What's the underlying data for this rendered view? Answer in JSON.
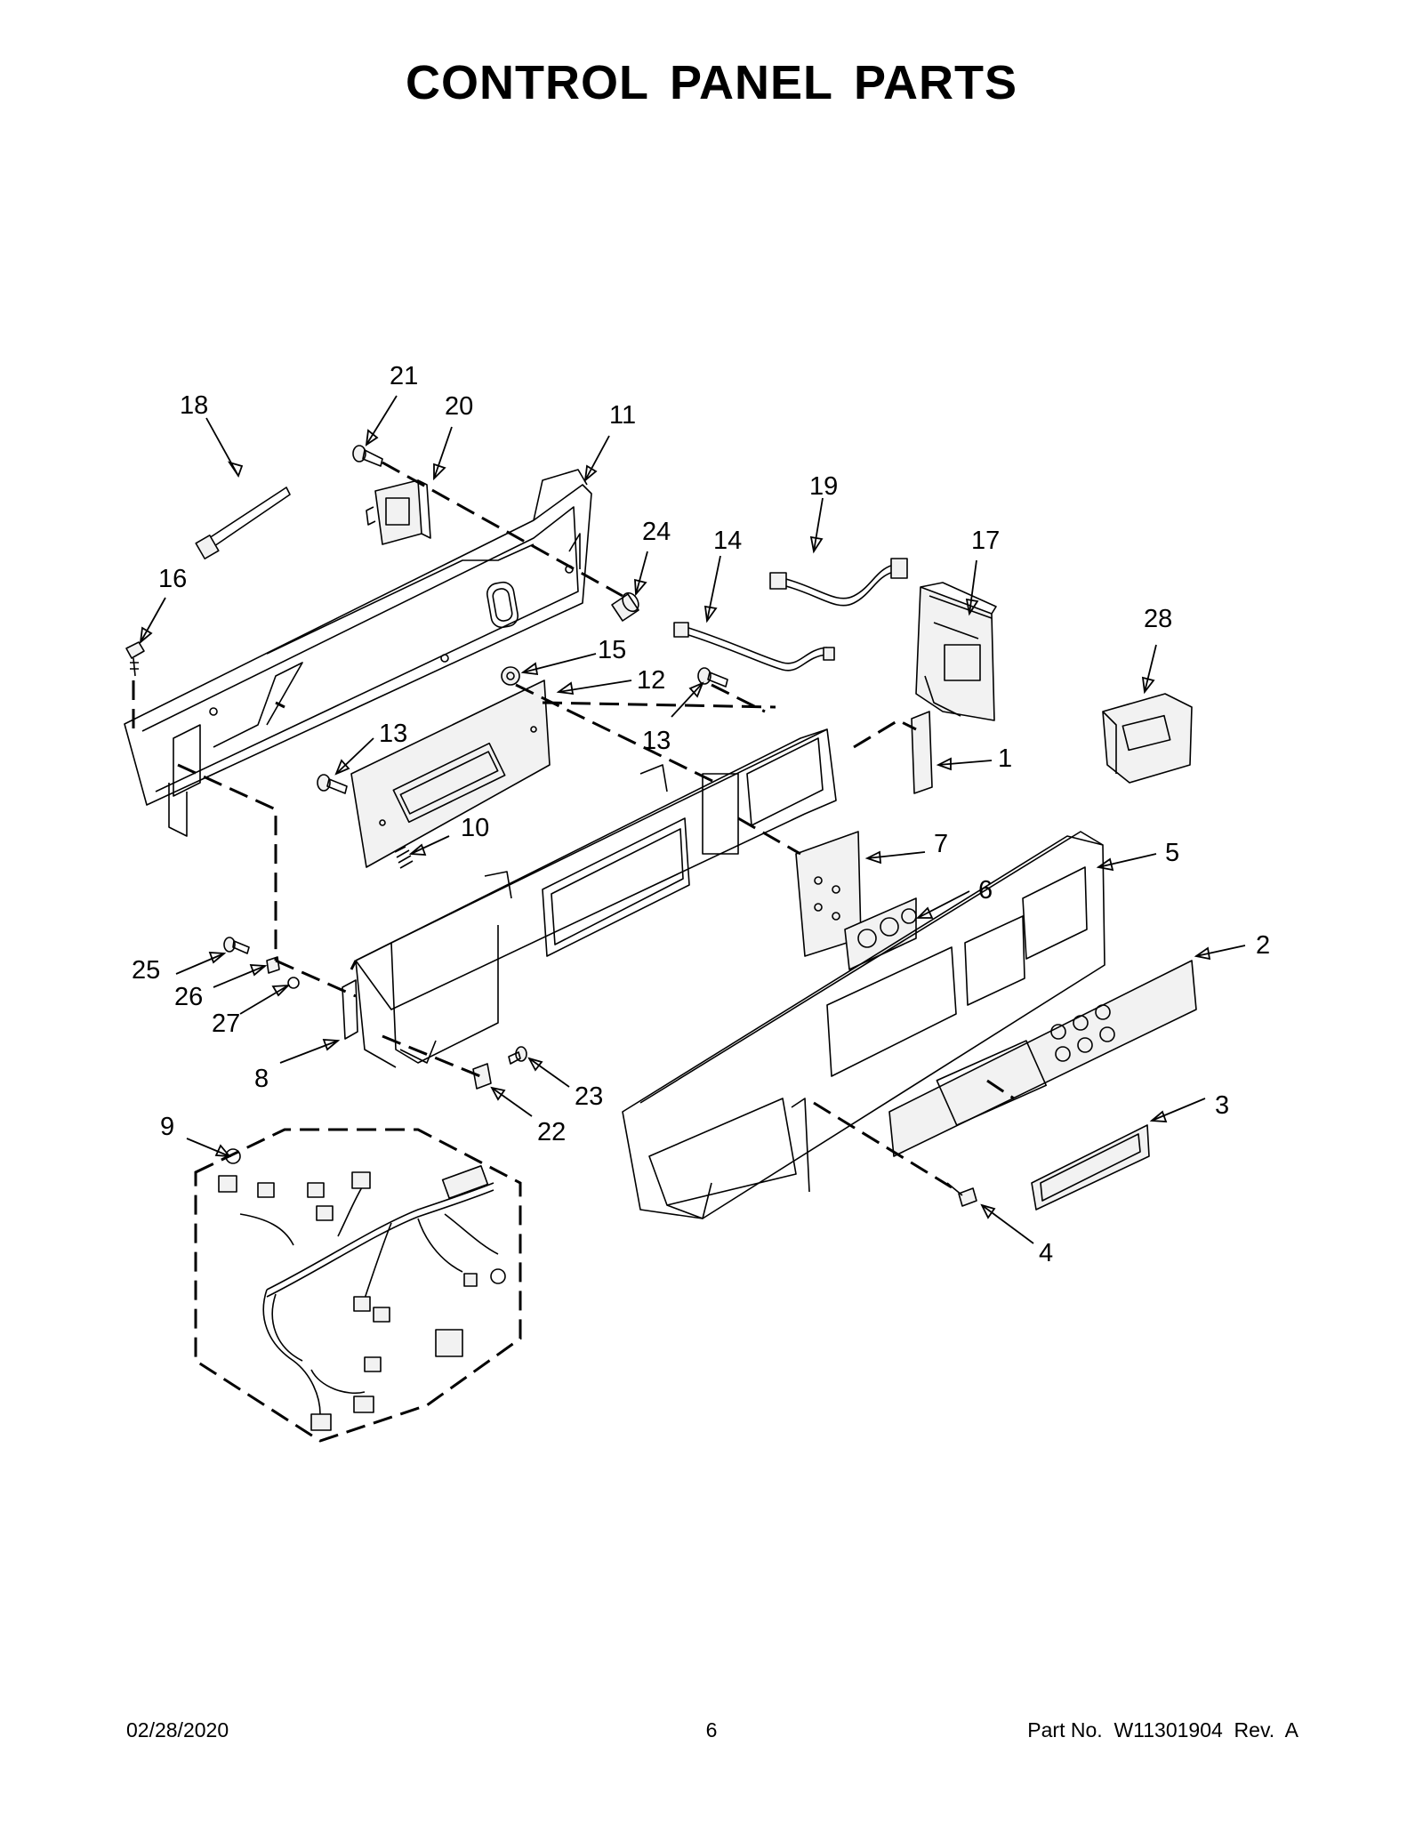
{
  "page": {
    "title": "CONTROL PANEL PARTS",
    "footer": {
      "date": "02/28/2020",
      "page_number": "6",
      "part_number": "Part No.  W11301904  Rev.  A"
    }
  },
  "callouts": [
    {
      "id": "c18",
      "label": "18"
    },
    {
      "id": "c21",
      "label": "21"
    },
    {
      "id": "c20",
      "label": "20"
    },
    {
      "id": "c11",
      "label": "11"
    },
    {
      "id": "c19",
      "label": "19"
    },
    {
      "id": "c24",
      "label": "24"
    },
    {
      "id": "c14",
      "label": "14"
    },
    {
      "id": "c17",
      "label": "17"
    },
    {
      "id": "c16",
      "label": "16"
    },
    {
      "id": "c28",
      "label": "28"
    },
    {
      "id": "c15",
      "label": "15"
    },
    {
      "id": "c12",
      "label": "12"
    },
    {
      "id": "c13a",
      "label": "13"
    },
    {
      "id": "c13b",
      "label": "13"
    },
    {
      "id": "c1",
      "label": "1"
    },
    {
      "id": "c10",
      "label": "10"
    },
    {
      "id": "c7",
      "label": "7"
    },
    {
      "id": "c5",
      "label": "5"
    },
    {
      "id": "c6",
      "label": "6"
    },
    {
      "id": "c25",
      "label": "25"
    },
    {
      "id": "c2",
      "label": "2"
    },
    {
      "id": "c26",
      "label": "26"
    },
    {
      "id": "c27",
      "label": "27"
    },
    {
      "id": "c8",
      "label": "8"
    },
    {
      "id": "c23",
      "label": "23"
    },
    {
      "id": "c3",
      "label": "3"
    },
    {
      "id": "c9",
      "label": "9"
    },
    {
      "id": "c22",
      "label": "22"
    },
    {
      "id": "c4",
      "label": "4"
    }
  ]
}
